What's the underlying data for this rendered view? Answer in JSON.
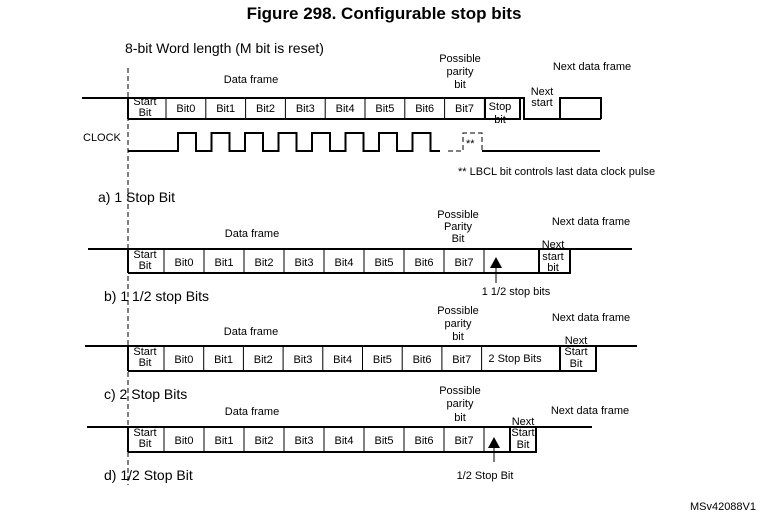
{
  "title": "Figure 298. Configurable stop bits",
  "subtitle": "8-bit Word length (M bit is reset)",
  "reference": "MSv42088V1",
  "clock_label": "CLOCK",
  "clock_note": "** LBCL bit controls last data clock pulse",
  "clock_marker": "**",
  "bits": [
    "Bit0",
    "Bit1",
    "Bit2",
    "Bit3",
    "Bit4",
    "Bit5",
    "Bit6",
    "Bit7"
  ],
  "start_bit": [
    "Start",
    "Bit"
  ],
  "frames": {
    "a": {
      "caption": "a) 1 Stop Bit",
      "data_frame": "Data frame",
      "next_frame": "Next data frame",
      "parity": [
        "Possible",
        "parity",
        "bit"
      ],
      "start": [
        "Start",
        "Bit"
      ],
      "stop": [
        "Stop",
        "bit"
      ],
      "next_start": [
        "Next",
        "start"
      ]
    },
    "b": {
      "caption": "b) 1 1/2 stop Bits",
      "data_frame": "Data frame",
      "next_frame": "Next data frame",
      "parity": [
        "Possible",
        "Parity",
        "Bit"
      ],
      "start": [
        "Start",
        "Bit"
      ],
      "next_start": [
        "Next",
        "start",
        "bit"
      ],
      "arrow_label": "1 1/2 stop bits"
    },
    "c": {
      "caption": "c) 2 Stop Bits",
      "data_frame": "Data frame",
      "next_frame": "Next data frame",
      "parity": [
        "Possible",
        "parity",
        "bit"
      ],
      "start": [
        "Start",
        "Bit"
      ],
      "stop_label": "2 Stop Bits",
      "next_start": [
        "Next",
        "Start",
        "Bit"
      ]
    },
    "d": {
      "caption": "d) 1/2 Stop Bit",
      "data_frame": "Data frame",
      "next_frame": "Next data frame",
      "parity": [
        "Possible",
        "parity",
        "bit"
      ],
      "start": [
        "Start",
        "Bit"
      ],
      "next_start": [
        "Next",
        "Start",
        "Bit"
      ],
      "arrow_label": "1/2 Stop Bit"
    }
  }
}
